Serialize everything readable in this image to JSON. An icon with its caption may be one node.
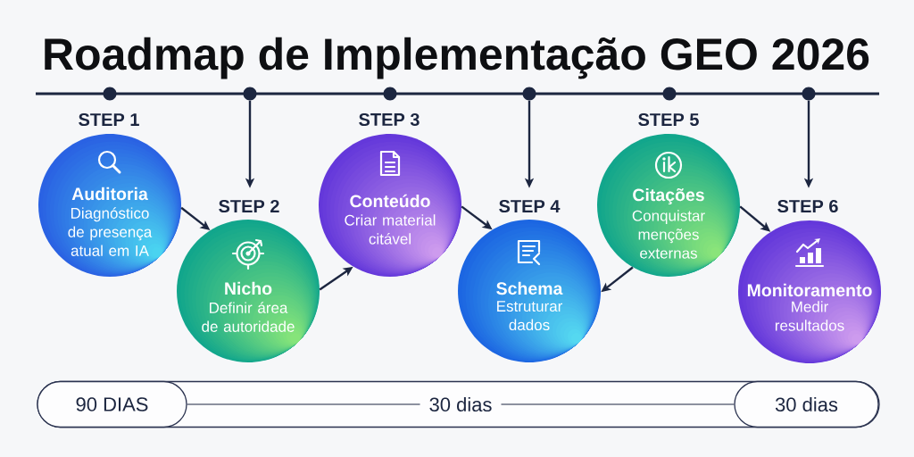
{
  "diagram": {
    "title": "Roadmap de Implementação GEO 2026",
    "nodes": [
      {
        "text": [],
        "shape": "circle"
      },
      {
        "text": [],
        "shape": "circle"
      },
      {
        "text": [],
        "shape": "circle"
      },
      {
        "text": [],
        "shape": "circle"
      },
      {
        "text": [],
        "shape": "circle"
      },
      {
        "text": [],
        "shape": "circle"
      },
      {
        "text": [
          "STEP 1",
          "Auditoria",
          "Diagnóstico de presença atual em IA"
        ]
      },
      {
        "text": [
          "STEP 2",
          "Nicho",
          "Definir área de autoridade"
        ]
      },
      {
        "text": [
          "STEP 3",
          "Conteúdo",
          "Criar material citável"
        ]
      },
      {
        "text": [
          "STEP 4",
          "Schema",
          "Estruturar dados"
        ]
      },
      {
        "text": [
          "STEP 5",
          "Citações",
          "Conquistar menções externas"
        ]
      },
      {
        "text": [
          "STEP 6",
          "Monitoramento",
          "Medir resultados"
        ]
      },
      {
        "text": [],
        "shape": "box"
      },
      {
        "text": [
          "90 DIAS"
        ],
        "in": 12
      },
      {
        "text": [
          "30 dias"
        ],
        "in": 12
      }
    ],
    "edges": [
      {
        "from": 1,
        "to": 7,
        "arrow": "to"
      },
      {
        "from": 3,
        "to": 9,
        "arrow": "to"
      },
      {
        "from": 5,
        "to": 11,
        "arrow": "to"
      },
      {
        "from": 6,
        "to": 7,
        "arrow": "to"
      },
      {
        "from": 7,
        "to": 8,
        "arrow": "to"
      },
      {
        "from": 8,
        "to": 9,
        "arrow": "to"
      },
      {
        "from": 10,
        "to": 9,
        "arrow": "to"
      },
      {
        "from": 10,
        "to": 11,
        "arrow": "to"
      },
      {
        "from": 13,
        "to": 14,
        "arrow": "none",
        "label": "30 dias"
      }
    ]
  }
}
